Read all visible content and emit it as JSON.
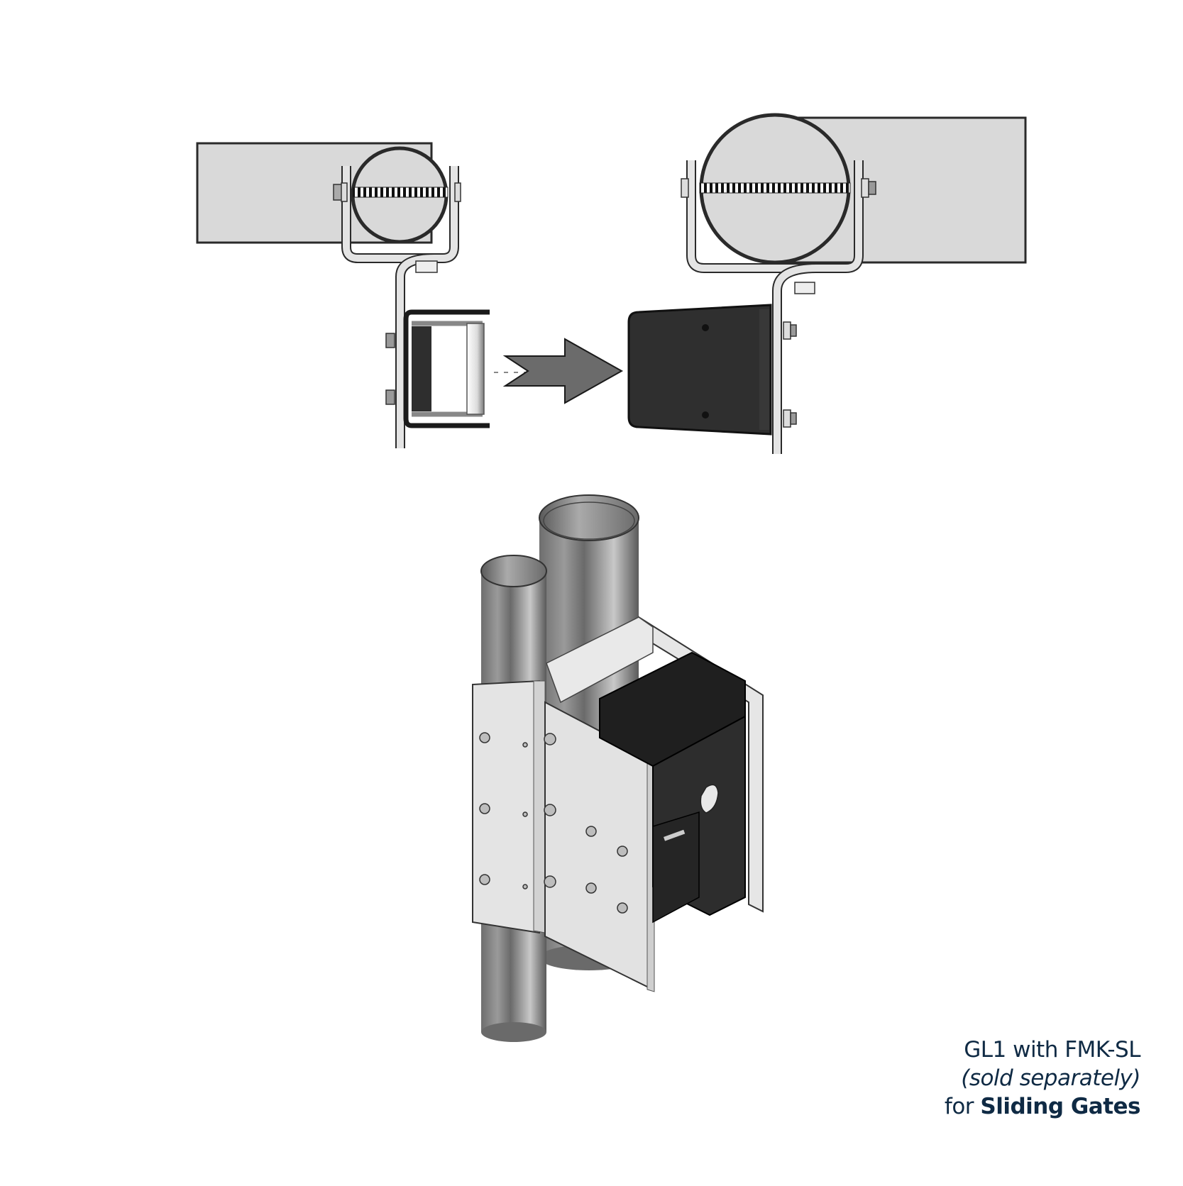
{
  "figure": {
    "top_views": {
      "left_view": {
        "label": "roller guide bracket on pipe, top view"
      },
      "arrow": {
        "direction": "right",
        "color": "#6b6b6b"
      },
      "right_view": {
        "label": "latch receiver bracket on pipe, top view"
      }
    },
    "iso_view": {
      "label": "GL1 mounted on two posts with FMK-SL, isometric view"
    },
    "colors": {
      "pipe_fill": "#d9d9d9",
      "steel_plate": "#e4e4e4",
      "outline": "#2a2a2a",
      "black_part": "#2b2b2b",
      "tube_gray": "#8a8a8a",
      "caption_text": "#0f2a44"
    }
  },
  "caption": {
    "line1": "GL1 with FMK-SL",
    "line2": "(sold separately)",
    "line3_prefix": "for ",
    "line3_bold": "Sliding Gates"
  }
}
